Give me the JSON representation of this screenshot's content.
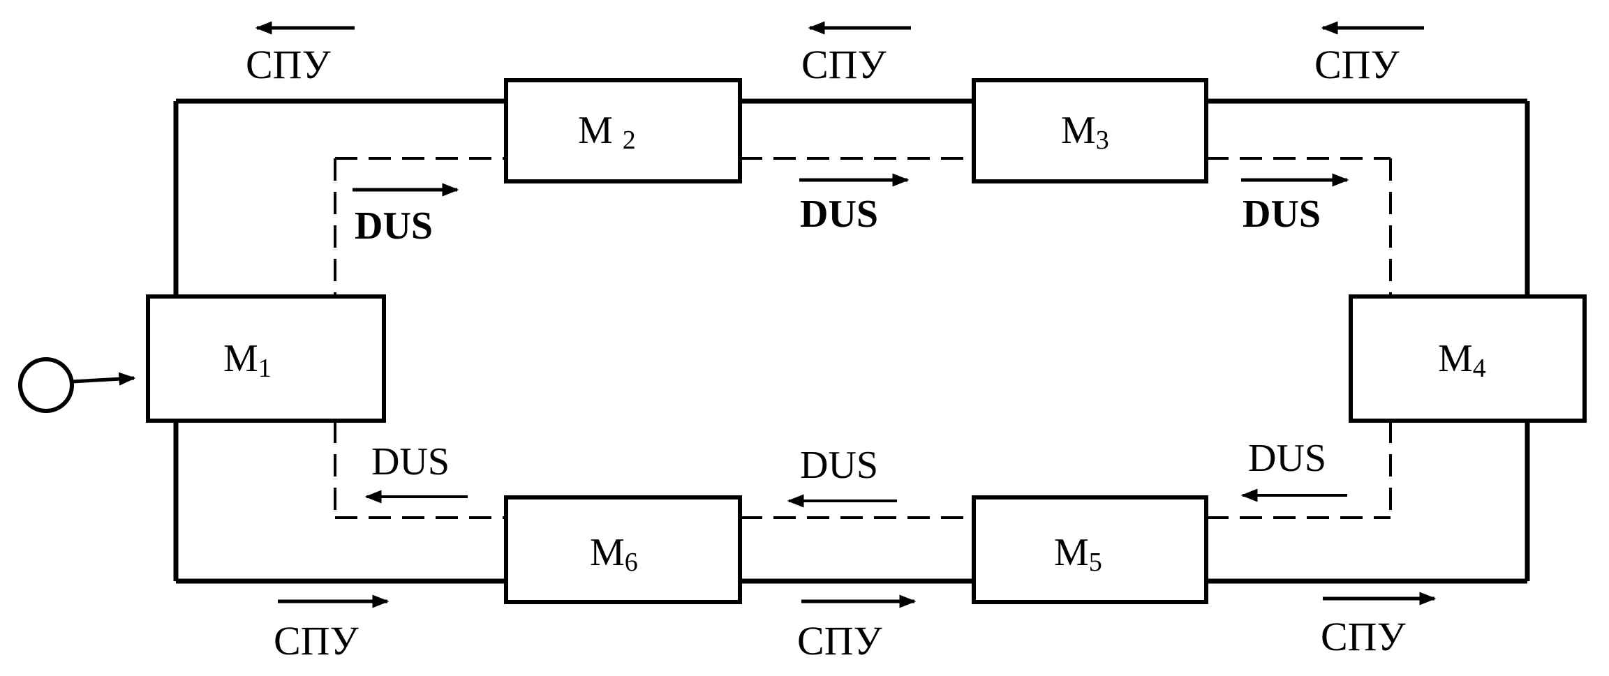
{
  "modules": [
    {
      "id": "m1",
      "base": "M",
      "sub": "1"
    },
    {
      "id": "m2",
      "base": "M ",
      "sub": "2"
    },
    {
      "id": "m3",
      "base": "M",
      "sub": "3"
    },
    {
      "id": "m4",
      "base": "M",
      "sub": "4"
    },
    {
      "id": "m5",
      "base": "M",
      "sub": "5"
    },
    {
      "id": "m6",
      "base": "M",
      "sub": "6"
    }
  ],
  "spu_labels": [
    "СПУ",
    "СПУ",
    "СПУ",
    "СПУ",
    "СПУ",
    "СПУ"
  ],
  "dus_labels": [
    "DUS",
    "DUS",
    "DUS",
    "DUS",
    "DUS",
    "DUS"
  ],
  "colors": {
    "line": "#000000",
    "background": "#ffffff"
  }
}
